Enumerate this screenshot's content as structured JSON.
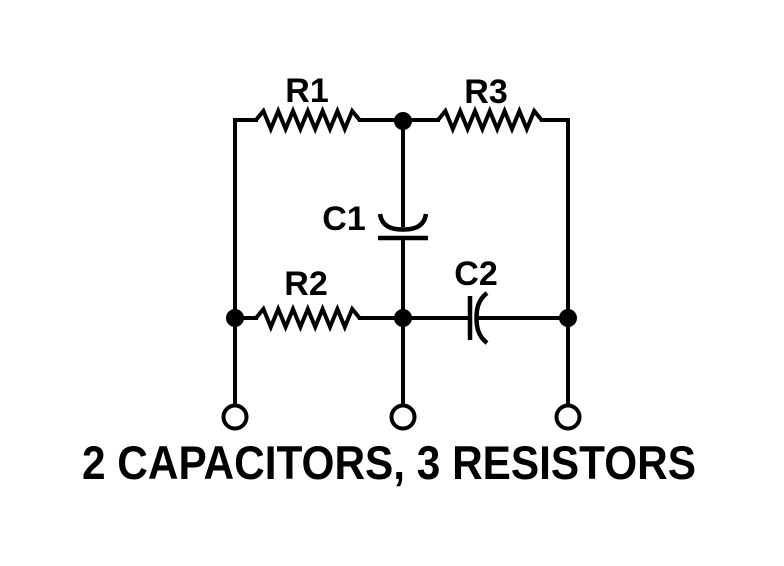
{
  "diagram": {
    "caption": "2 CAPACITORS, 3 RESISTORS",
    "components": {
      "r1": {
        "label": "R1",
        "type": "resistor"
      },
      "r3": {
        "label": "R3",
        "type": "resistor"
      },
      "r2": {
        "label": "R2",
        "type": "resistor"
      },
      "c1": {
        "label": "C1",
        "type": "capacitor"
      },
      "c2": {
        "label": "C2",
        "type": "capacitor"
      }
    },
    "terminal_count": 3,
    "colors": {
      "line": "#000000",
      "background": "#ffffff"
    }
  }
}
